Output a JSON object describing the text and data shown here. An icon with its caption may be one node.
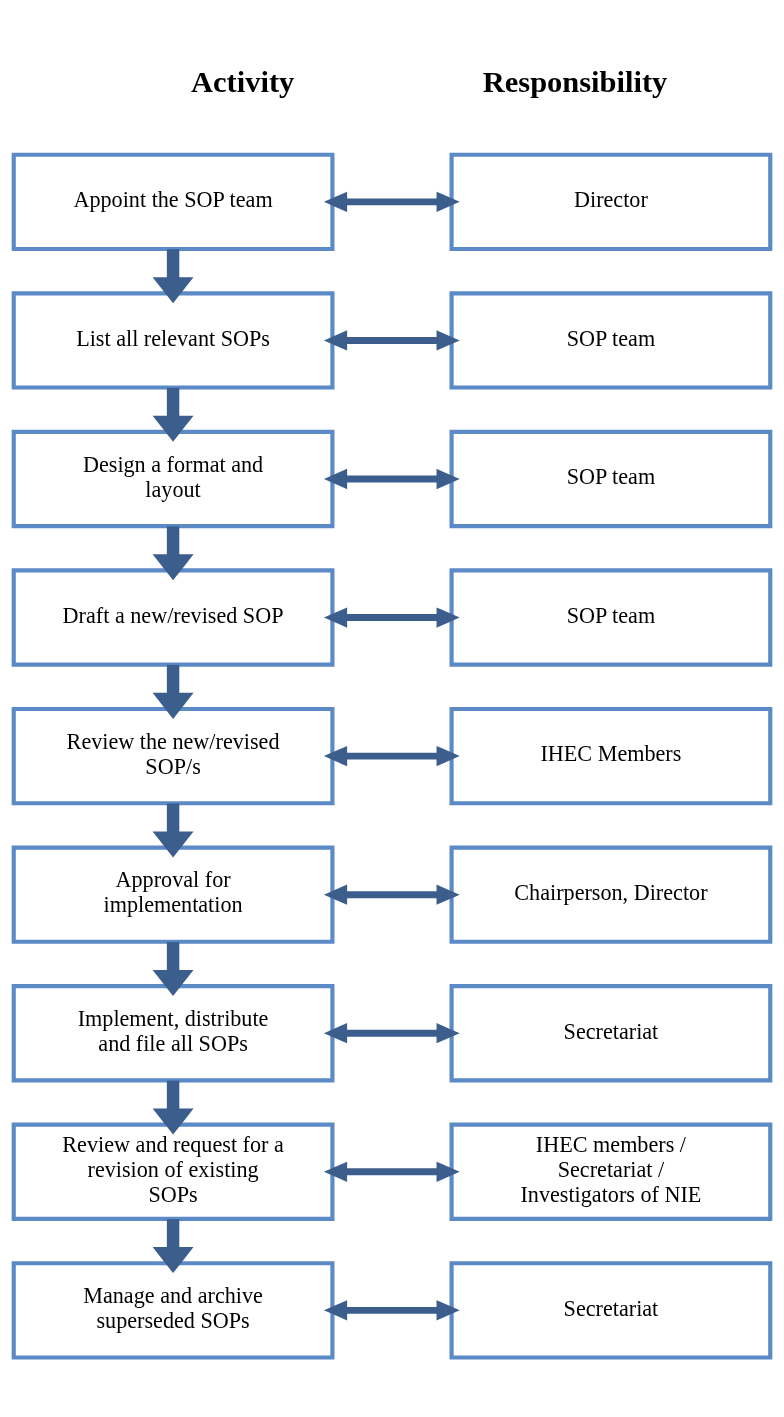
{
  "diagram": {
    "nodes": [
      {
        "text": [
          "Appoint the SOP team"
        ]
      },
      {
        "text": [
          "Director"
        ]
      },
      {
        "text": [
          "List all relevant SOPs"
        ]
      },
      {
        "text": [
          "SOP team"
        ]
      },
      {
        "text": [
          "Design a format and layout"
        ]
      },
      {
        "text": [
          "SOP team"
        ]
      },
      {
        "text": [
          "Draft a new/revised SOP"
        ]
      },
      {
        "text": [
          "SOP team"
        ]
      },
      {
        "text": [
          "Review the new/revised SOP/s"
        ]
      },
      {
        "text": [
          "IHEC Members"
        ]
      },
      {
        "text": [
          "Approval for implementation"
        ]
      },
      {
        "text": [
          "Chairperson, Director"
        ]
      },
      {
        "text": [
          "Implement, distribute and file all SOPs"
        ]
      },
      {
        "text": [
          "Secretariat"
        ]
      },
      {
        "text": [
          "Review and request for a revision of existing SOPs"
        ]
      },
      {
        "text": [
          "IHEC members / Secretariat / Investigators of NIE"
        ]
      },
      {
        "text": [
          "Manage and archive superseded SOPs"
        ]
      },
      {
        "text": [
          "Secretariat"
        ]
      }
    ],
    "edges": [
      {
        "from": 0,
        "to": 1,
        "arrow": "both"
      },
      {
        "from": 0,
        "to": 2,
        "arrow": "to"
      },
      {
        "from": 2,
        "to": 3,
        "arrow": "both"
      },
      {
        "from": 2,
        "to": 4,
        "arrow": "to"
      },
      {
        "from": 4,
        "to": 5,
        "arrow": "both"
      },
      {
        "from": 4,
        "to": 6,
        "arrow": "to"
      },
      {
        "from": 6,
        "to": 7,
        "arrow": "both"
      },
      {
        "from": 6,
        "to": 8,
        "arrow": "to"
      },
      {
        "from": 8,
        "to": 9,
        "arrow": "both"
      },
      {
        "from": 8,
        "to": 10,
        "arrow": "to"
      },
      {
        "from": 10,
        "to": 11,
        "arrow": "both"
      },
      {
        "from": 10,
        "to": 12,
        "arrow": "to"
      },
      {
        "from": 12,
        "to": 13,
        "arrow": "both"
      },
      {
        "from": 12,
        "to": 14,
        "arrow": "to"
      },
      {
        "from": 14,
        "to": 15,
        "arrow": "both"
      },
      {
        "from": 14,
        "to": 16,
        "arrow": "to"
      },
      {
        "from": 16,
        "to": 17,
        "arrow": "both"
      }
    ],
    "labels": [
      "Activity",
      "Responsibility"
    ]
  }
}
